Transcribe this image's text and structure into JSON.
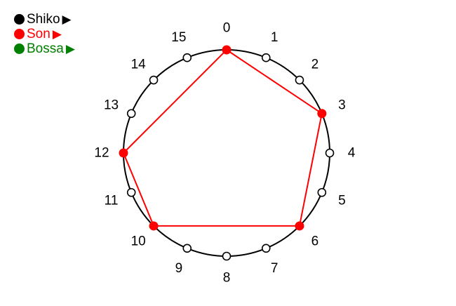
{
  "legend": [
    {
      "name": "Shiko",
      "play_symbol": "▶",
      "color": "#000000"
    },
    {
      "name": "Son",
      "play_symbol": "▶",
      "color": "#ff0000"
    },
    {
      "name": "Bossa",
      "play_symbol": "▶",
      "color": "#008000"
    }
  ],
  "wheel": {
    "steps": 16,
    "labels": [
      "0",
      "1",
      "2",
      "3",
      "4",
      "5",
      "6",
      "7",
      "8",
      "9",
      "10",
      "11",
      "12",
      "13",
      "14",
      "15"
    ],
    "active_rhythm": "Son",
    "active_onsets": [
      0,
      3,
      6,
      10,
      12
    ],
    "active_color": "#ff0000",
    "circle_color": "#000000"
  }
}
